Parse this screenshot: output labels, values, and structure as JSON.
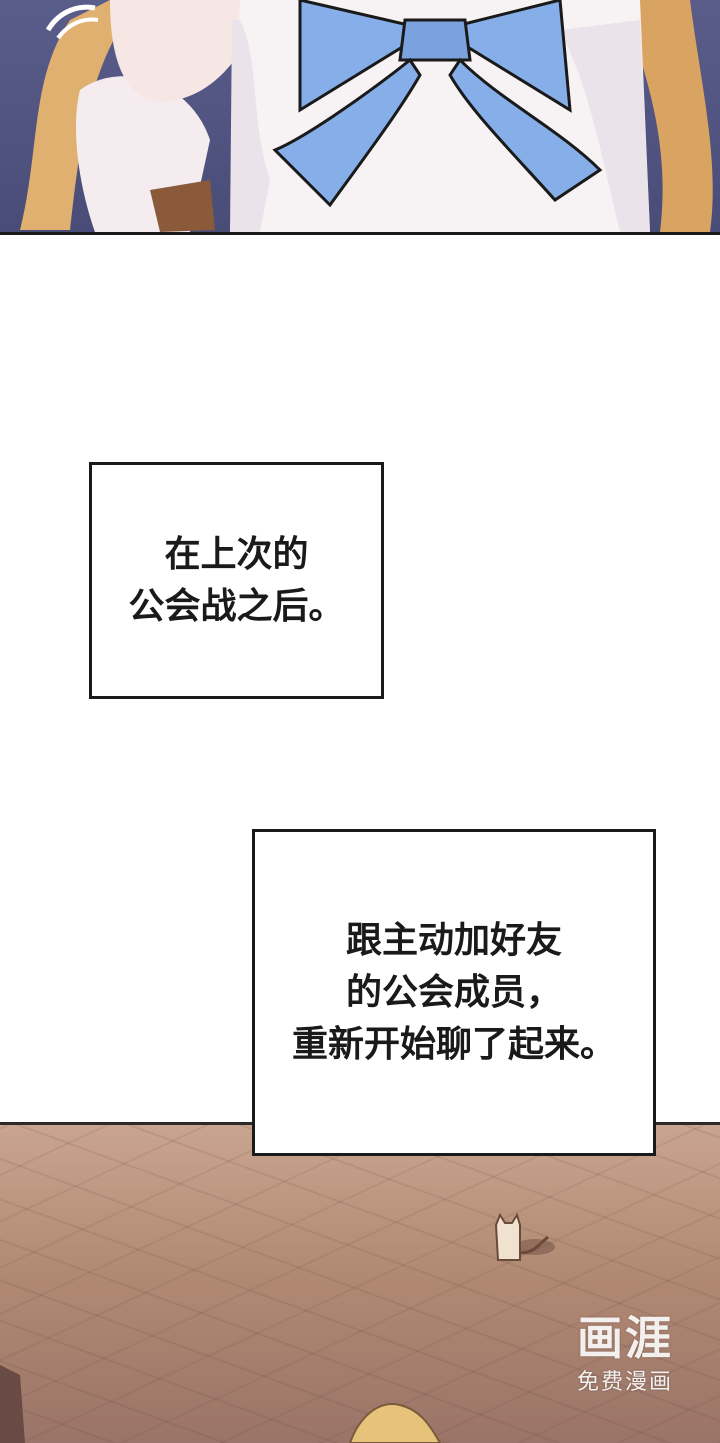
{
  "captions": [
    {
      "lines": [
        "在上次的",
        "公会战之后。"
      ]
    },
    {
      "lines": [
        "跟主动加好友",
        "的公会成员，",
        "重新开始聊了起来。"
      ]
    }
  ],
  "watermark": {
    "logo": "画涯",
    "subtitle": "免费漫画"
  },
  "colors": {
    "top_panel_bg": "#5a5c8a",
    "bow_blue": "#86aee8",
    "hair_gold": "#e0b070",
    "floor": "#b08872",
    "border": "#1a1a1a"
  },
  "icons": [
    "ribbon-bow-illustration",
    "cat-figure-icon",
    "hair-illustration"
  ]
}
